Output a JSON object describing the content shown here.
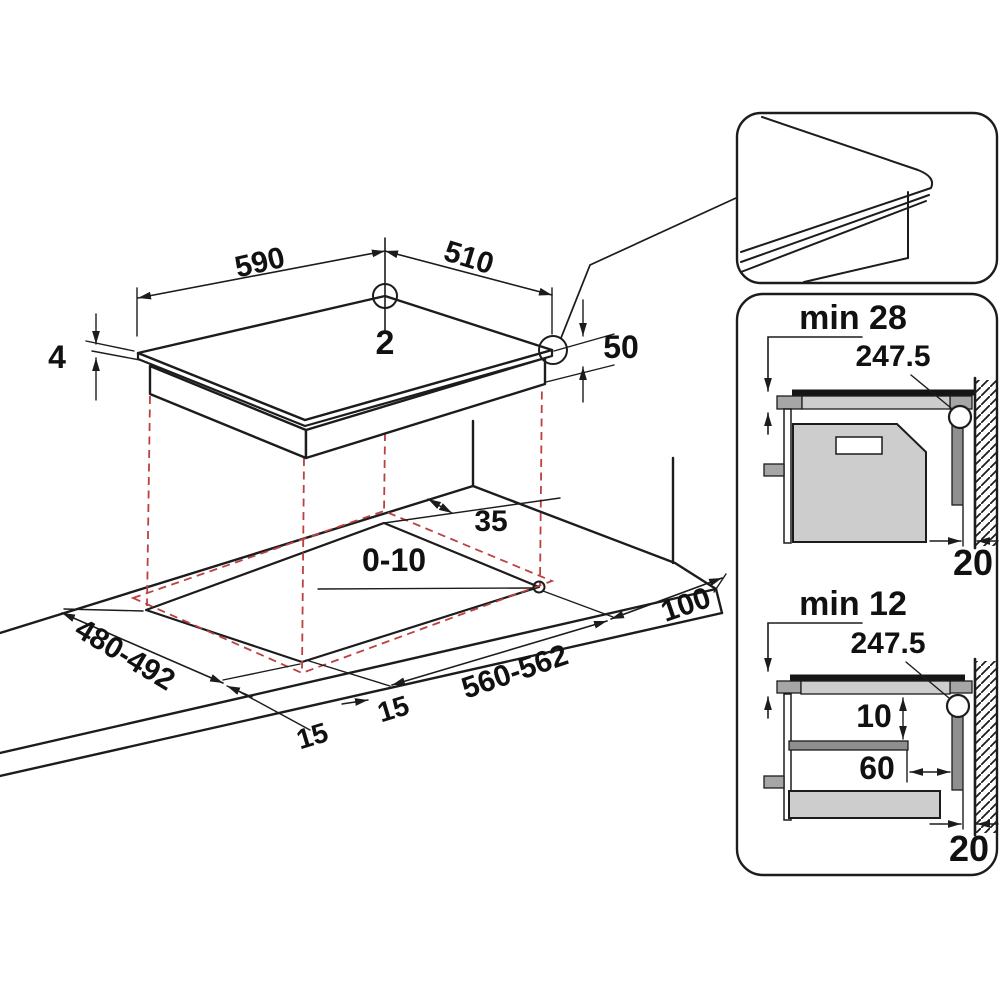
{
  "page": {
    "background": "#ffffff"
  },
  "colors": {
    "line": "#1c1c1c",
    "dashed_red": "#bb4040",
    "gray_light": "#cdcdcd",
    "gray_mid": "#a6a6a6",
    "gray_dark": "#8f8f8f",
    "glass_black": "#151515"
  },
  "main_view": {
    "name": "Hob and worktop cutout isometric view",
    "dims": {
      "hob_width": "590",
      "hob_depth": "510",
      "center_offset": "2",
      "glass_thickness": "4",
      "body_height": "50",
      "rear_clearance": "35",
      "corner_radius": "0-10",
      "cutout_depth": "480-492",
      "cutout_width": "560-562",
      "right_clearance": "100",
      "overhang_front_left": "15",
      "overhang_front_right": "15"
    }
  },
  "detail_corner": {
    "name": "Worktop corner edge detail"
  },
  "section_oven": {
    "name": "Cross-section with oven below hob",
    "dims": {
      "worktop_min": "min 28",
      "cable": "247.5",
      "wall_gap": "20"
    }
  },
  "section_shelf": {
    "name": "Cross-section with shelf below hob",
    "dims": {
      "worktop_min": "min 12",
      "cable": "247.5",
      "shelf_gap": "10",
      "shelf_setback": "60",
      "wall_gap": "20"
    }
  }
}
